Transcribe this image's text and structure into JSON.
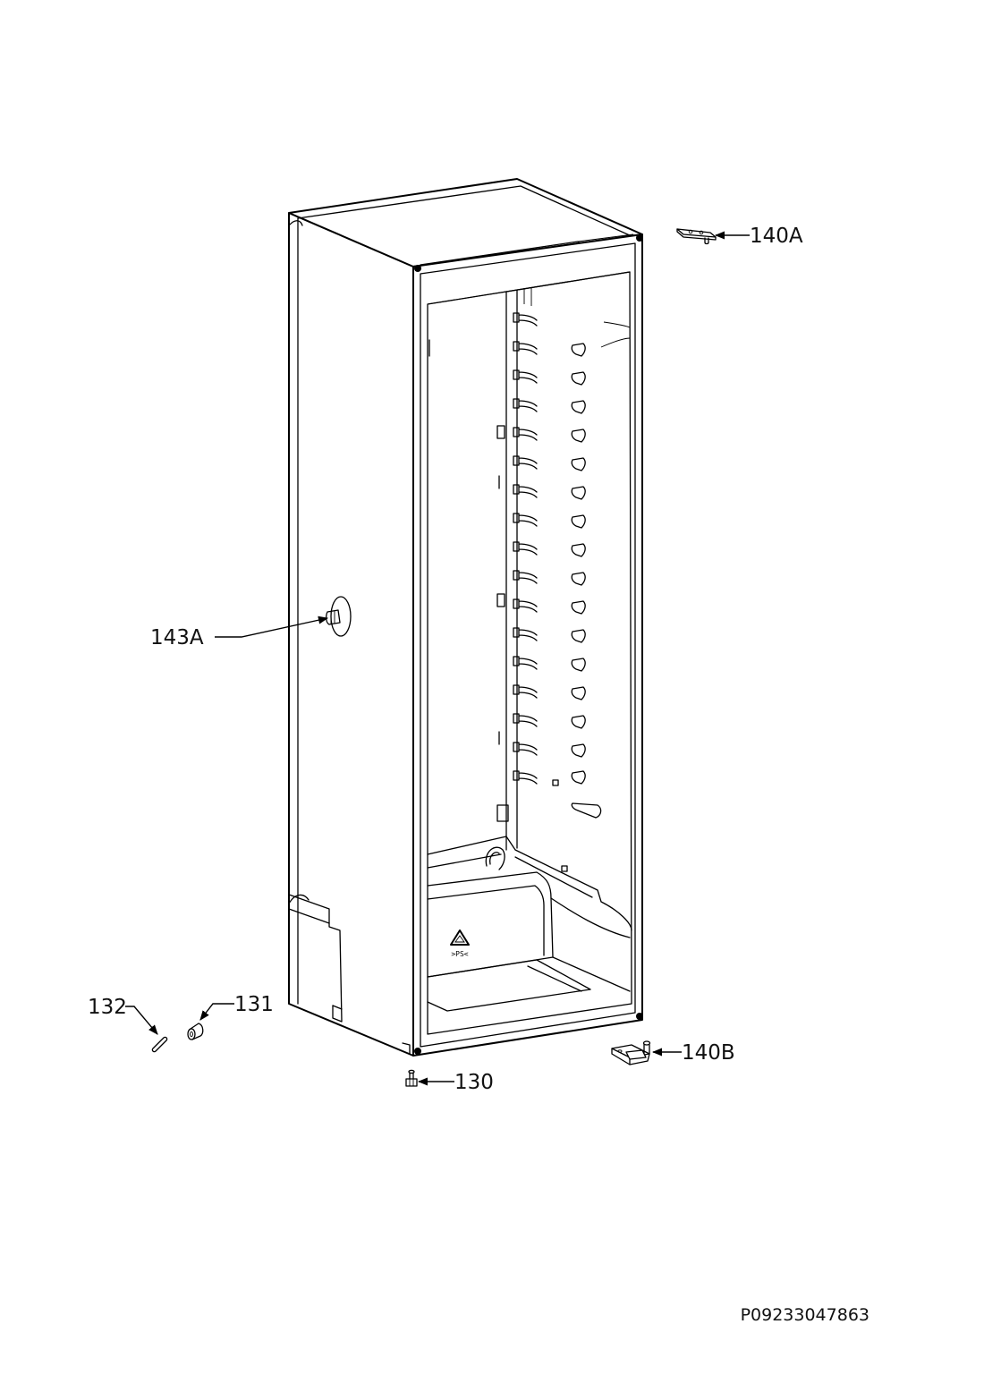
{
  "diagram": {
    "callouts": {
      "c140A": "140A",
      "c143A": "143A",
      "c132": "132",
      "c131": "131",
      "c140B": "140B",
      "c130": "130"
    },
    "reference_number": "P09233047863",
    "recycling_mark": ">PS<"
  }
}
